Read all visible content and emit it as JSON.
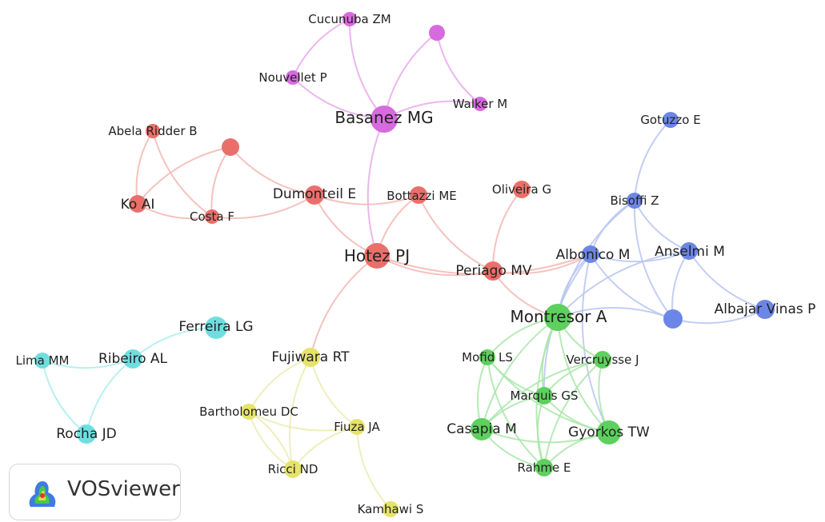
{
  "app": {
    "name": "VOSviewer"
  },
  "clusters": {
    "red": {
      "color": "#ea6f6a",
      "edge": "#f2b7b3"
    },
    "green": {
      "color": "#5dd05d",
      "edge": "#a9e6a9"
    },
    "blue": {
      "color": "#6b86e6",
      "edge": "#b9c6f1"
    },
    "yellow": {
      "color": "#e6e36a",
      "edge": "#ecebb1"
    },
    "purple": {
      "color": "#d86ae0",
      "edge": "#e8a9ec"
    },
    "cyan": {
      "color": "#6fdede",
      "edge": "#aeecec"
    }
  },
  "nodes": [
    {
      "id": "cucunuba",
      "label": "Cucunuba ZM",
      "cluster": "purple"
    },
    {
      "id": "purple_anon",
      "label": "",
      "cluster": "purple"
    },
    {
      "id": "nouvellet",
      "label": "Nouvellet P",
      "cluster": "purple"
    },
    {
      "id": "walker",
      "label": "Walker M",
      "cluster": "purple"
    },
    {
      "id": "basanez",
      "label": "Basanez MG",
      "cluster": "purple"
    },
    {
      "id": "abela",
      "label": "Abela Ridder B",
      "cluster": "red"
    },
    {
      "id": "red_anon",
      "label": "",
      "cluster": "red"
    },
    {
      "id": "koai",
      "label": "Ko AI",
      "cluster": "red"
    },
    {
      "id": "costa",
      "label": "Costa F",
      "cluster": "red"
    },
    {
      "id": "dumonteil",
      "label": "Dumonteil E",
      "cluster": "red"
    },
    {
      "id": "bottazzi",
      "label": "Bottazzi ME",
      "cluster": "red"
    },
    {
      "id": "oliveira",
      "label": "Oliveira G",
      "cluster": "red"
    },
    {
      "id": "hotez",
      "label": "Hotez PJ",
      "cluster": "red"
    },
    {
      "id": "periago",
      "label": "Periago MV",
      "cluster": "red"
    },
    {
      "id": "gotuzzo",
      "label": "Gotuzzo E",
      "cluster": "blue"
    },
    {
      "id": "bisoffi",
      "label": "Bisoffi Z",
      "cluster": "blue"
    },
    {
      "id": "albonico",
      "label": "Albonico M",
      "cluster": "blue"
    },
    {
      "id": "anselmi",
      "label": "Anselmi M",
      "cluster": "blue"
    },
    {
      "id": "blue_anon",
      "label": "",
      "cluster": "blue"
    },
    {
      "id": "albajar",
      "label": "Albajar Vinas P",
      "cluster": "blue"
    },
    {
      "id": "montresor",
      "label": "Montresor A",
      "cluster": "green"
    },
    {
      "id": "mofid",
      "label": "Mofid LS",
      "cluster": "green"
    },
    {
      "id": "vercruysse",
      "label": "Vercruysse J",
      "cluster": "green"
    },
    {
      "id": "marquis",
      "label": "Marquis GS",
      "cluster": "green"
    },
    {
      "id": "casapia",
      "label": "Casapia M",
      "cluster": "green"
    },
    {
      "id": "gyorkos",
      "label": "Gyorkos TW",
      "cluster": "green"
    },
    {
      "id": "rahme",
      "label": "Rahme E",
      "cluster": "green"
    },
    {
      "id": "ferreira",
      "label": "Ferreira LG",
      "cluster": "cyan"
    },
    {
      "id": "limamm",
      "label": "Lima MM",
      "cluster": "cyan"
    },
    {
      "id": "ribeiro",
      "label": "Ribeiro AL",
      "cluster": "cyan"
    },
    {
      "id": "rocha",
      "label": "Rocha JD",
      "cluster": "cyan"
    },
    {
      "id": "fujiwara",
      "label": "Fujiwara RT",
      "cluster": "yellow"
    },
    {
      "id": "bartholomeu",
      "label": "Bartholomeu DC",
      "cluster": "yellow"
    },
    {
      "id": "fiuza",
      "label": "Fiuza JA",
      "cluster": "yellow"
    },
    {
      "id": "ricci",
      "label": "Ricci ND",
      "cluster": "yellow"
    },
    {
      "id": "kamhawi",
      "label": "Kamhawi S",
      "cluster": "yellow"
    }
  ],
  "edges": [
    [
      "cucunuba",
      "nouvellet"
    ],
    [
      "cucunuba",
      "basanez"
    ],
    [
      "purple_anon",
      "basanez"
    ],
    [
      "purple_anon",
      "walker"
    ],
    [
      "nouvellet",
      "basanez"
    ],
    [
      "walker",
      "basanez"
    ],
    [
      "basanez",
      "hotez"
    ],
    [
      "abela",
      "koai"
    ],
    [
      "abela",
      "costa"
    ],
    [
      "red_anon",
      "koai"
    ],
    [
      "red_anon",
      "costa"
    ],
    [
      "red_anon",
      "dumonteil"
    ],
    [
      "koai",
      "costa"
    ],
    [
      "costa",
      "dumonteil"
    ],
    [
      "dumonteil",
      "bottazzi"
    ],
    [
      "dumonteil",
      "hotez"
    ],
    [
      "bottazzi",
      "hotez"
    ],
    [
      "bottazzi",
      "periago"
    ],
    [
      "oliveira",
      "periago"
    ],
    [
      "hotez",
      "periago"
    ],
    [
      "hotez",
      "fujiwara"
    ],
    [
      "hotez",
      "albonico"
    ],
    [
      "periago",
      "montresor"
    ],
    [
      "periago",
      "albonico"
    ],
    [
      "gotuzzo",
      "bisoffi"
    ],
    [
      "bisoffi",
      "albonico"
    ],
    [
      "bisoffi",
      "anselmi"
    ],
    [
      "bisoffi",
      "blue_anon"
    ],
    [
      "albonico",
      "anselmi"
    ],
    [
      "albonico",
      "blue_anon"
    ],
    [
      "anselmi",
      "blue_anon"
    ],
    [
      "anselmi",
      "albajar"
    ],
    [
      "blue_anon",
      "albajar"
    ],
    [
      "albonico",
      "montresor"
    ],
    [
      "anselmi",
      "montresor"
    ],
    [
      "blue_anon",
      "montresor"
    ],
    [
      "albonico",
      "gyorkos"
    ],
    [
      "albonico",
      "marquis"
    ],
    [
      "bisoffi",
      "montresor"
    ],
    [
      "montresor",
      "mofid"
    ],
    [
      "montresor",
      "vercruysse"
    ],
    [
      "montresor",
      "marquis"
    ],
    [
      "montresor",
      "casapia"
    ],
    [
      "montresor",
      "gyorkos"
    ],
    [
      "montresor",
      "rahme"
    ],
    [
      "mofid",
      "marquis"
    ],
    [
      "mofid",
      "casapia"
    ],
    [
      "mofid",
      "gyorkos"
    ],
    [
      "mofid",
      "rahme"
    ],
    [
      "vercruysse",
      "marquis"
    ],
    [
      "vercruysse",
      "casapia"
    ],
    [
      "vercruysse",
      "gyorkos"
    ],
    [
      "vercruysse",
      "rahme"
    ],
    [
      "marquis",
      "casapia"
    ],
    [
      "marquis",
      "gyorkos"
    ],
    [
      "marquis",
      "rahme"
    ],
    [
      "casapia",
      "gyorkos"
    ],
    [
      "casapia",
      "rahme"
    ],
    [
      "gyorkos",
      "rahme"
    ],
    [
      "ferreira",
      "ribeiro"
    ],
    [
      "limamm",
      "ribeiro"
    ],
    [
      "limamm",
      "rocha"
    ],
    [
      "ribeiro",
      "rocha"
    ],
    [
      "fujiwara",
      "bartholomeu"
    ],
    [
      "fujiwara",
      "fiuza"
    ],
    [
      "fujiwara",
      "ricci"
    ],
    [
      "bartholomeu",
      "fiuza"
    ],
    [
      "bartholomeu",
      "ricci"
    ],
    [
      "fiuza",
      "ricci"
    ],
    [
      "fiuza",
      "kamhawi"
    ],
    [
      "ricci",
      "bartholomeu"
    ]
  ]
}
